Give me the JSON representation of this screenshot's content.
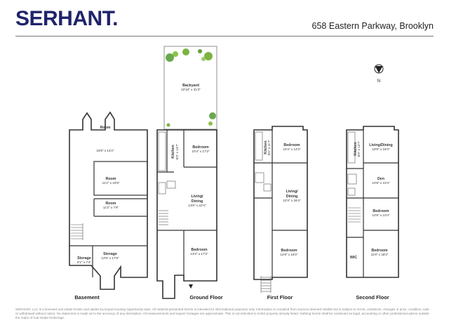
{
  "header": {
    "logo_text": "SERHANT.",
    "address": "658 Eastern Parkway, Brooklyn"
  },
  "compass": {
    "label": "N"
  },
  "floors": {
    "basement": {
      "label": "Basement",
      "rooms": [
        {
          "name": "Room",
          "dims": "18'8\" x 14'2\""
        },
        {
          "name": "Room",
          "dims": "11'2\" x 10'9\""
        },
        {
          "name": "Room",
          "dims": "11'2\" x 7'9\""
        },
        {
          "name": "Storage",
          "dims": "12'9\" x 17'9\""
        },
        {
          "name": "Storage",
          "dims": "6'1\" x 7'4\""
        }
      ]
    },
    "ground": {
      "label": "Ground Floor",
      "rooms": [
        {
          "name": "Backyard",
          "dims": "22'10\" x 31'3\""
        },
        {
          "name": "Bedroom",
          "dims": "10'4\" x 17'3\""
        },
        {
          "name": "Kitchen",
          "dims": "8'0\" x 14'7\""
        },
        {
          "name": "Living/",
          "name2": "Dining",
          "dims": "13'8\" x 22'4\""
        },
        {
          "name": "Bedroom",
          "dims": "13'2\" x 17'2\""
        }
      ]
    },
    "first": {
      "label": "First Floor",
      "rooms": [
        {
          "name": "Bedroom",
          "dims": "10'4\" x 12'3\""
        },
        {
          "name": "Kitchen",
          "dims": "8'0\" x 11'7\""
        },
        {
          "name": "Living/",
          "name2": "Dining",
          "dims": "10'4\" x 26'4\""
        },
        {
          "name": "Bedroom",
          "dims": "12'8\" x 18'2\""
        }
      ]
    },
    "second": {
      "label": "Second Floor",
      "rooms": [
        {
          "name": "Kitchen",
          "dims": "8'0\" x 14'7\""
        },
        {
          "name": "Living/Dining",
          "dims": "18'9\" x 18'3\""
        },
        {
          "name": "Den",
          "dims": "10'8\" x 10'4\""
        },
        {
          "name": "Bedroom",
          "dims": "10'8\" x 10'4\""
        },
        {
          "name": "Bedroom",
          "dims": "11'8\" x 18'2\""
        },
        {
          "name": "WIC"
        }
      ]
    }
  },
  "disclaimer": "SERHANT. LLC is a licensed real estate broker and abides by Equal Housing Opportunity laws. All material presented herein is intended for informational purposes only. Information is compiled from sources deemed reliable but is subject to errors, omissions, changes in price, condition, sale, or withdrawal without notice. No statement is made as to the accuracy of any description. All measurements and square footages are approximate. This is not intended to solicit property already listed. Nothing herein shall be construed as legal, accounting or other professional advice outside the realm of real estate brokerage."
}
